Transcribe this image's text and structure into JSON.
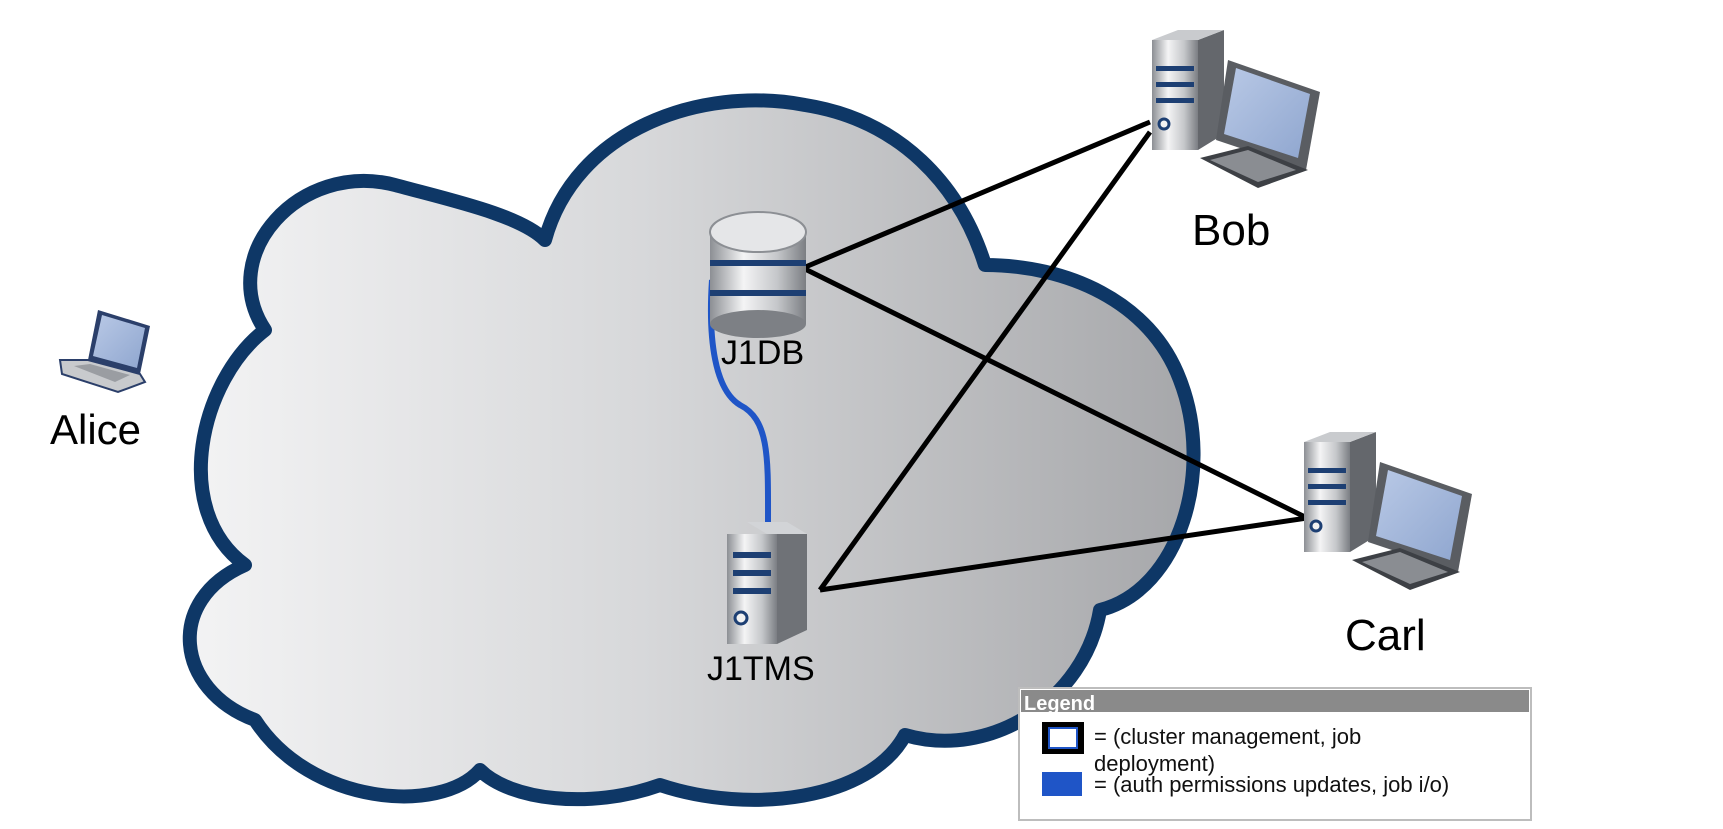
{
  "nodes": {
    "alice": {
      "label": "Alice",
      "icon": "laptop-icon"
    },
    "j1db": {
      "label": "J1DB",
      "icon": "database-icon"
    },
    "j1tms": {
      "label": "J1TMS",
      "icon": "server-icon"
    },
    "bob": {
      "label": "Bob",
      "icon": "workstation-icon"
    },
    "carl": {
      "label": "Carl",
      "icon": "workstation-icon"
    }
  },
  "edges": [
    {
      "from": "j1db",
      "to": "bob",
      "kind": "cluster"
    },
    {
      "from": "j1db",
      "to": "carl",
      "kind": "cluster"
    },
    {
      "from": "j1tms",
      "to": "bob",
      "kind": "cluster"
    },
    {
      "from": "j1tms",
      "to": "carl",
      "kind": "cluster"
    },
    {
      "from": "j1db",
      "to": "j1tms",
      "kind": "auth"
    }
  ],
  "legend": {
    "title": "Legend",
    "items": [
      {
        "line1": "= (cluster management, job",
        "line2": "deployment)"
      },
      {
        "line1": "= (auth permissions updates, job i/o)"
      }
    ]
  },
  "colors": {
    "cloud_fill_light": "#f1f1f2",
    "cloud_fill_dark": "#a9aaad",
    "cloud_border": "#0e3766",
    "cluster_line": "#000000",
    "auth_line": "#1f55c7",
    "legend_header": "#8a8a8a",
    "legend_blue": "#1f55c7"
  }
}
